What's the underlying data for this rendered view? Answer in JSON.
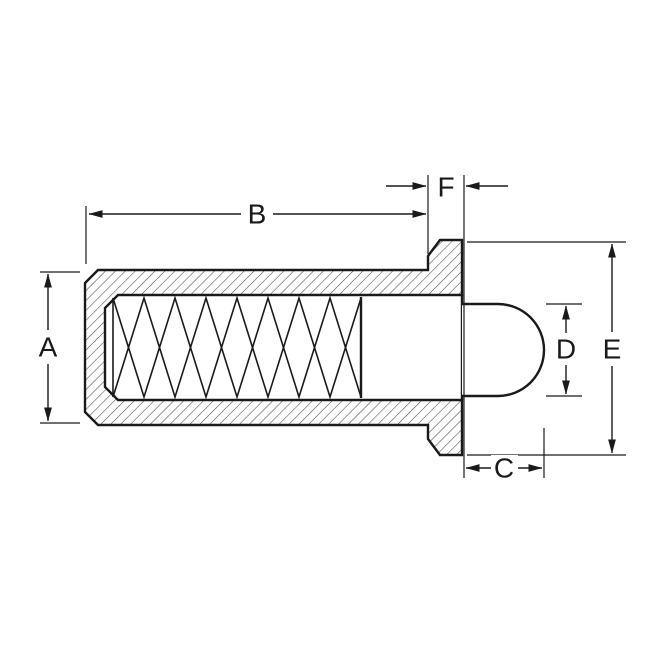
{
  "diagram": {
    "labels": {
      "A": "A",
      "B": "B",
      "C": "C",
      "D": "D",
      "E": "E",
      "F": "F"
    },
    "colors": {
      "background": "#ffffff",
      "outline": "#1a1a1a",
      "dimension": "#1a1a1a",
      "hatch": "#4a4a4a"
    }
  }
}
